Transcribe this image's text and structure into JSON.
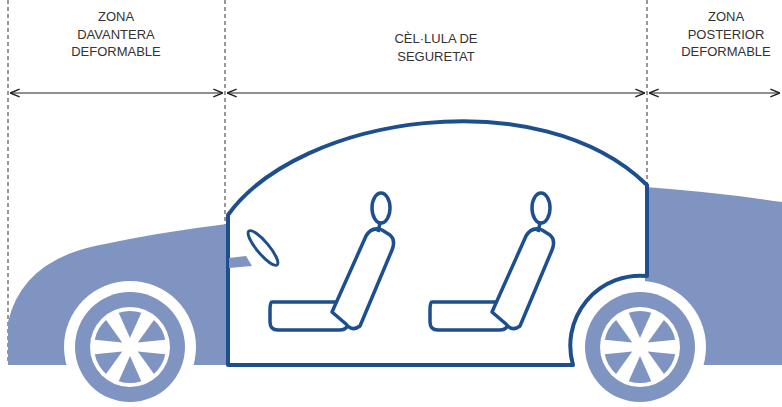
{
  "diagram": {
    "labels": [
      "ZONA DAVANTERA DEFORMABLE",
      "CÈL·LULA DE SEGURETAT",
      "ZONA POSTERIOR DEFORMABLE"
    ]
  }
}
